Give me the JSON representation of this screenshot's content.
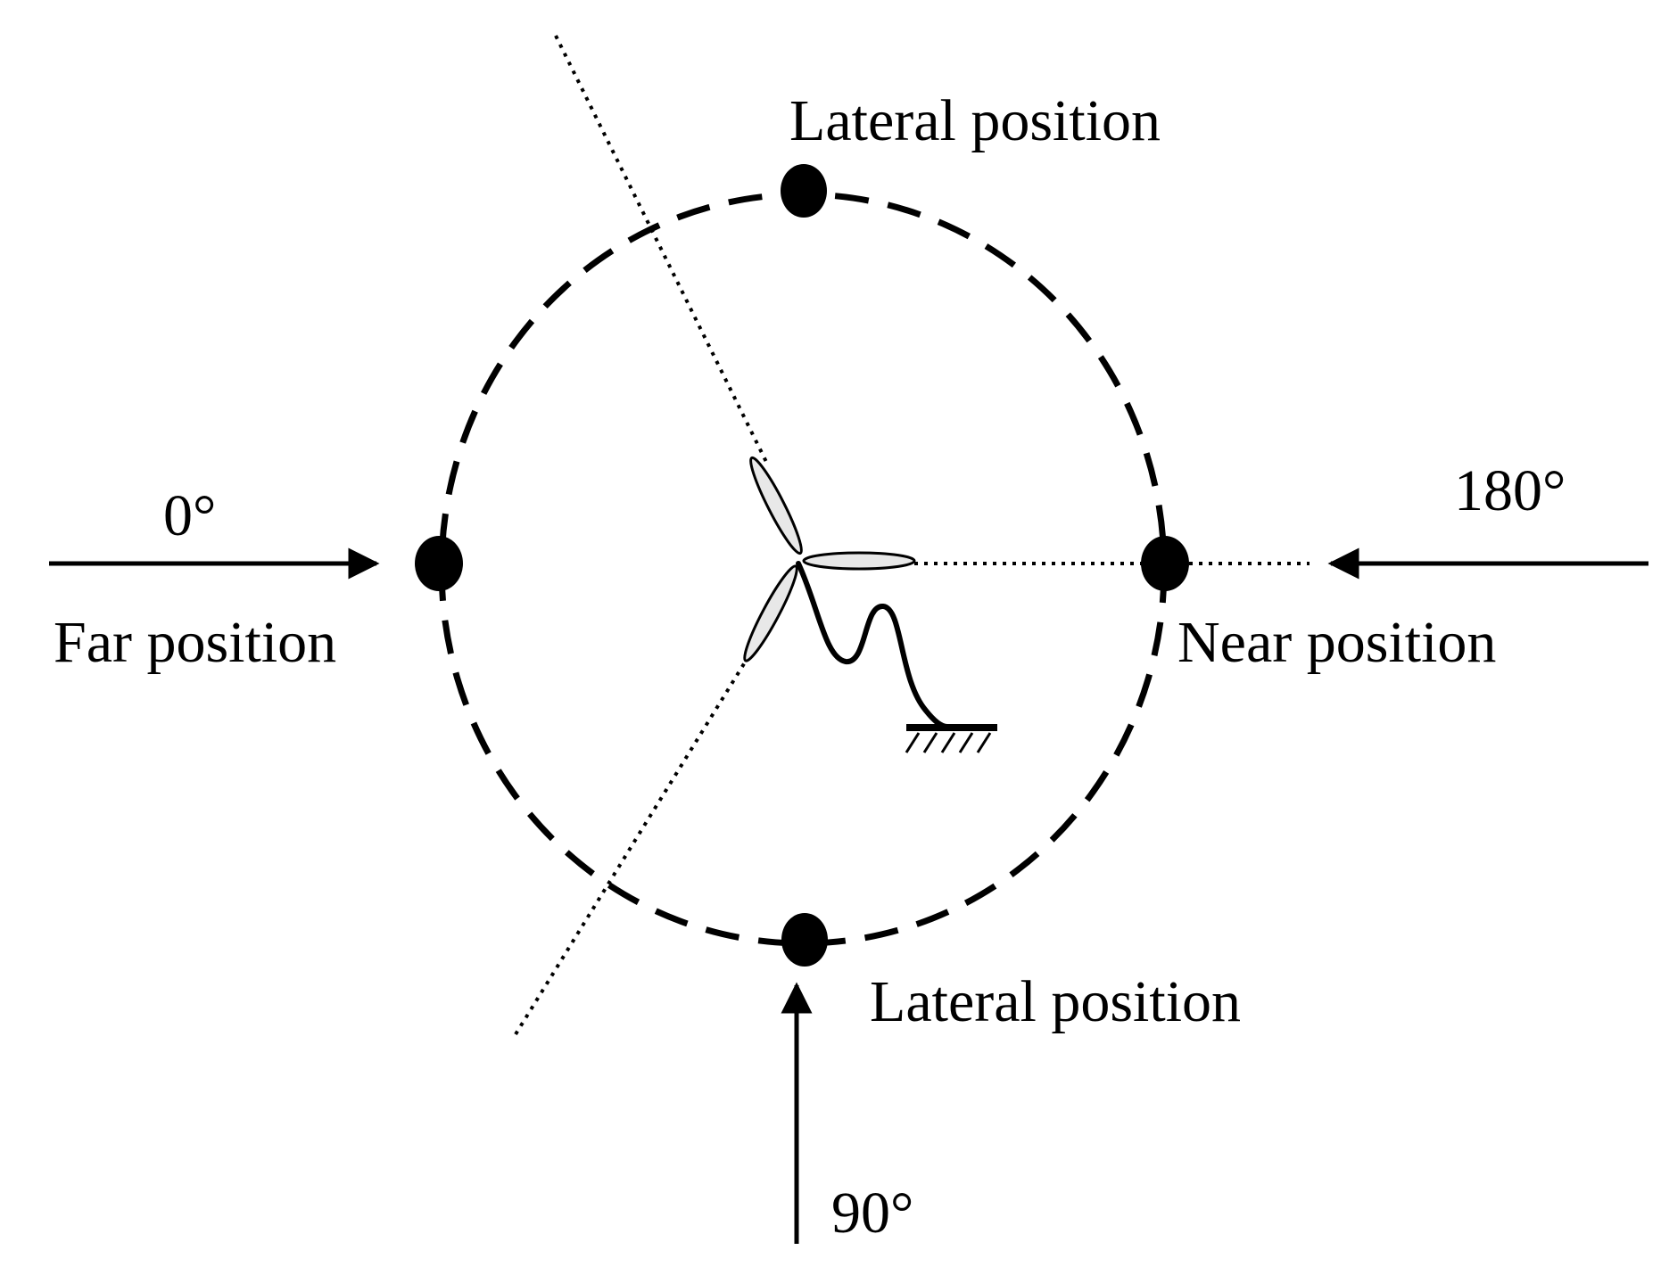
{
  "labels": {
    "lateral_top": "Lateral position",
    "lateral_bottom": "Lateral position",
    "far": "Far position",
    "near": "Near position",
    "angle_0": "0°",
    "angle_90": "90°",
    "angle_180": "180°"
  },
  "colors": {
    "ink": "#000000",
    "background": "#ffffff"
  }
}
